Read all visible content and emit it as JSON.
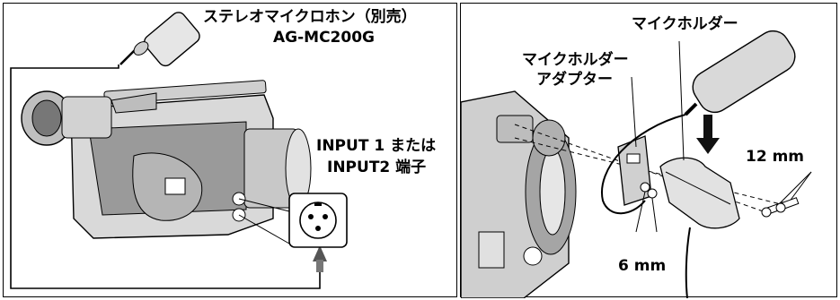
{
  "left": {
    "mic_label_line1": "ステレオマイクロホン（別売）",
    "mic_label_line2": "AG-MC200G",
    "input_label_line1": "INPUT 1 または",
    "input_label_line2": "INPUT2 端子"
  },
  "right": {
    "holder_label": "マイクホルダー",
    "adapter_label_line1": "マイクホルダー",
    "adapter_label_line2": "アダプター",
    "screw_long_label": "12 mm",
    "screw_short_label": "6 mm"
  }
}
